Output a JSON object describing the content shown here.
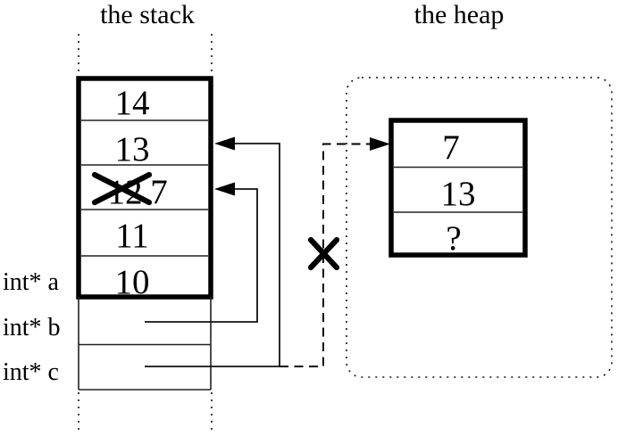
{
  "titles": {
    "stack": "the stack",
    "heap": "the heap"
  },
  "stack": {
    "cells": [
      {
        "value": "14"
      },
      {
        "value": "13"
      },
      {
        "value": "12",
        "crossed_out": true,
        "new_value": "7"
      },
      {
        "value": "11"
      },
      {
        "value": "10"
      }
    ],
    "pointer_labels": [
      {
        "text": "int* a"
      },
      {
        "text": "int* b"
      },
      {
        "text": "int* c"
      }
    ]
  },
  "heap": {
    "cells": [
      {
        "value": "7"
      },
      {
        "value": "13"
      },
      {
        "value": "?"
      }
    ]
  },
  "icons": {
    "crossed_out_value": "x-strikeout",
    "invalid_pointer": "x-mark",
    "pointer_arrow": "filled-triangle-arrowhead"
  },
  "colors": {
    "ink": "#000000",
    "background": "#ffffff"
  }
}
